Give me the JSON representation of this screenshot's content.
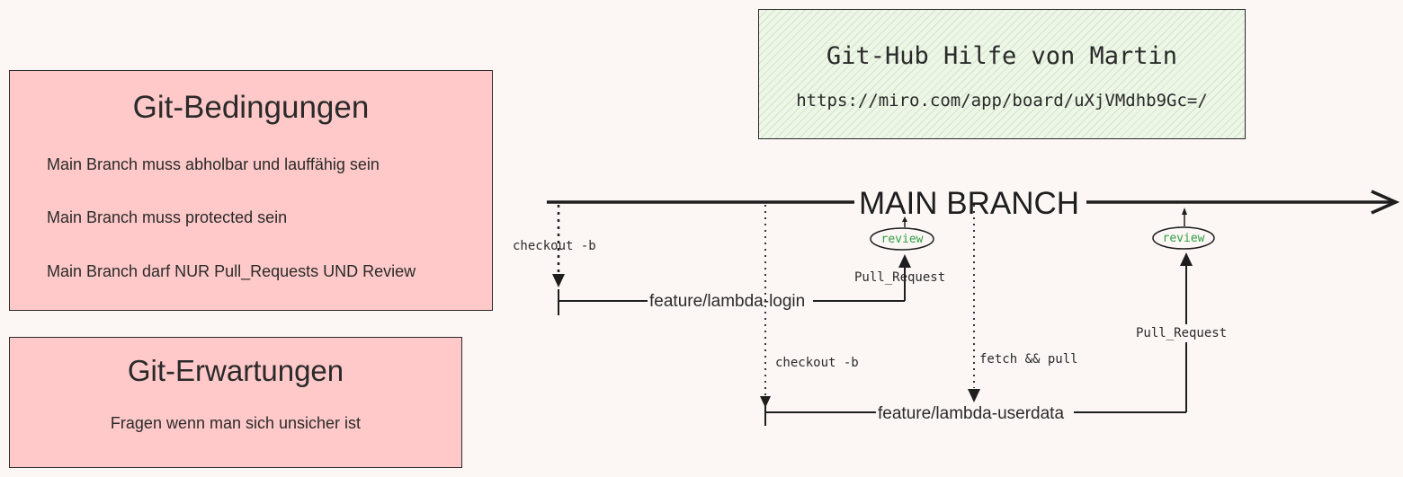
{
  "conditions": {
    "title": "Git-Bedingungen",
    "items": [
      "Main Branch muss abholbar und lauffähig sein",
      "Main Branch muss protected sein",
      "Main Branch darf NUR Pull_Requests UND Review"
    ]
  },
  "expectations": {
    "title": "Git-Erwartungen",
    "items": [
      "Fragen wenn man sich unsicher ist"
    ]
  },
  "info": {
    "title": "Git-Hub Hilfe von Martin",
    "url": "https://miro.com/app/board/uXjVMdhb9Gc=/"
  },
  "diagram": {
    "main_branch": "MAIN BRANCH",
    "branch_login": "feature/lambda-login",
    "branch_userdata": "feature/lambda-userdata",
    "checkout_1": "checkout -b",
    "checkout_2": "checkout -b",
    "fetch_pull": "fetch && pull",
    "pull_request_1": "Pull_Request",
    "pull_request_2": "Pull_Request",
    "review_1": "review",
    "review_2": "review"
  },
  "colors": {
    "card_fill": "#ffc9c9",
    "info_fill": "#eef6e8",
    "review_text": "#2f9e44",
    "stroke": "#2a2a2a"
  }
}
